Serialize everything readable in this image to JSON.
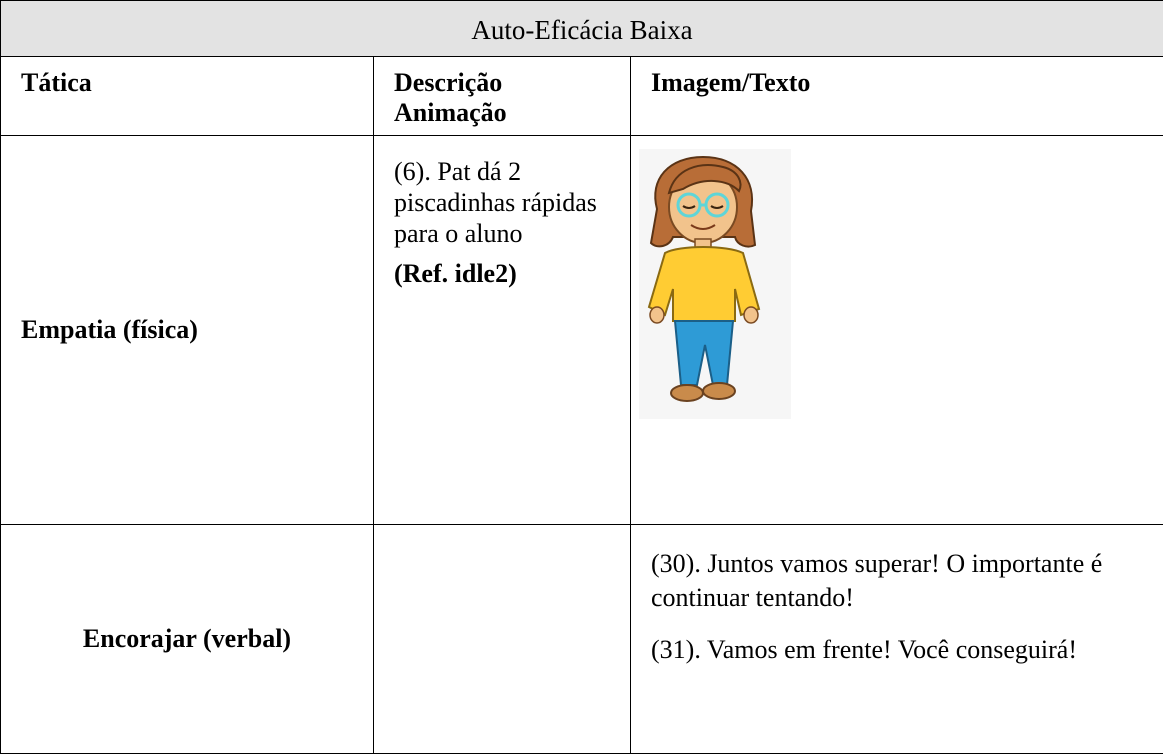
{
  "table": {
    "title": "Auto-Eficácia Baixa",
    "headers": {
      "tactic": "Tática",
      "description_line1": "Descrição",
      "description_line2": "Animação",
      "image_text": "Imagem/Texto"
    },
    "rows": [
      {
        "tactic": "Empatia (física)",
        "description": "(6). Pat dá 2 piscadinhas rápidas para o aluno",
        "reference": "(Ref. idle2)",
        "image_icon": "cartoon-character-pat"
      },
      {
        "tactic": "Encorajar (verbal)",
        "description": "",
        "speech": [
          "(30). Juntos vamos superar! O importante é continuar tentando!",
          "(31). Vamos em frente! Você conseguirá!"
        ]
      }
    ]
  },
  "colors": {
    "title_background": "#e3e3e3",
    "border": "#000000",
    "hair": "#b86d37",
    "skin": "#f2c38c",
    "shirt": "#ffcc33",
    "pants": "#2e9bd6",
    "shoes": "#c98b4b",
    "glasses": "#5ed5d8"
  }
}
